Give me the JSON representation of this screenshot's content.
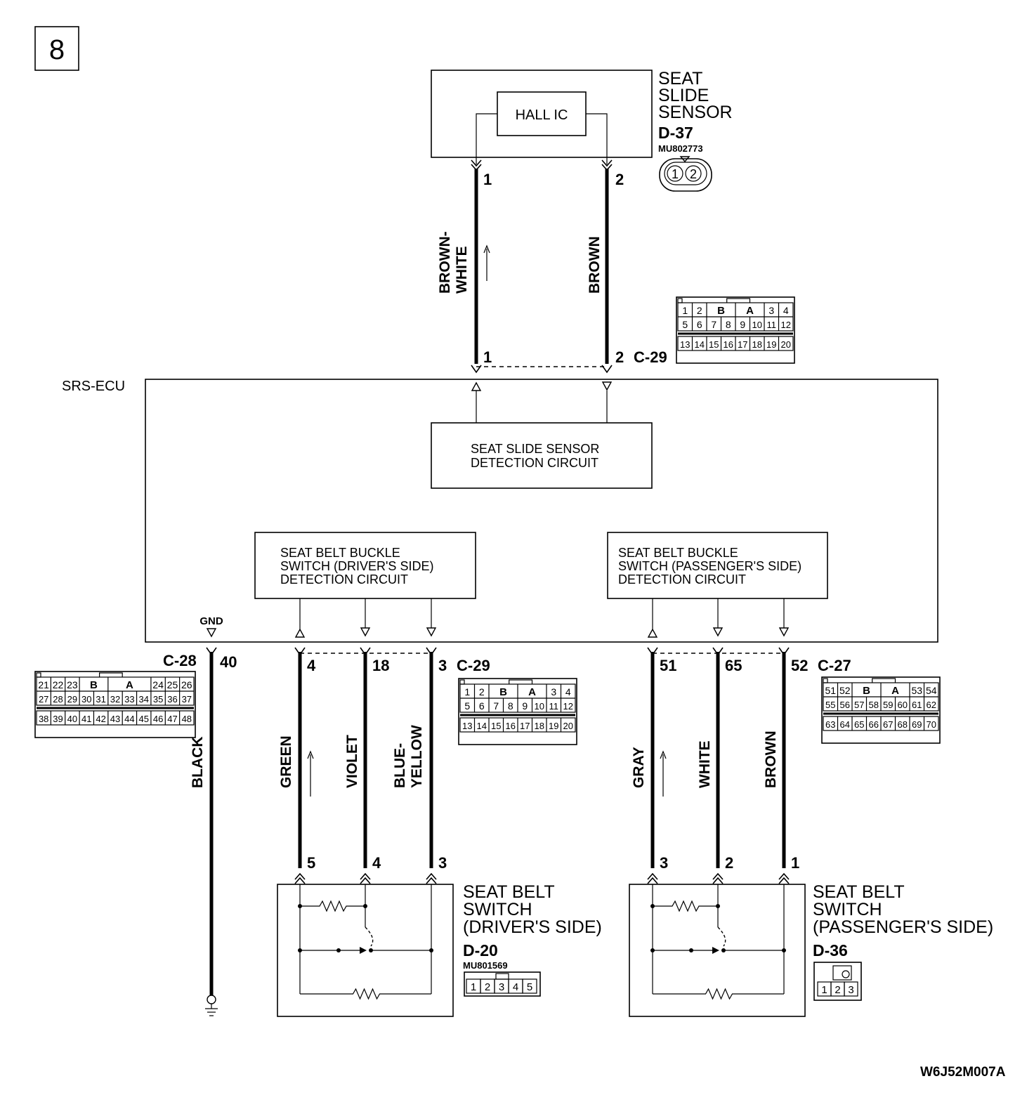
{
  "page_number": "8",
  "figure_code": "W6J52M007A",
  "seat_slide_sensor": {
    "title_lines": [
      "SEAT",
      "SLIDE",
      "SENSOR"
    ],
    "ic_label": "HALL IC",
    "connector": "D-37",
    "part_no": "MU802773",
    "pins": [
      "1",
      "2"
    ]
  },
  "srs_ecu": {
    "label": "SRS-ECU",
    "gnd_label": "GND",
    "seat_slide_circuit_lines": [
      "SEAT SLIDE SENSOR",
      "DETECTION CIRCUIT"
    ],
    "driver_circuit_lines": [
      "SEAT BELT  BUCKLE",
      "SWITCH (DRIVER'S SIDE)",
      "DETECTION CIRCUIT"
    ],
    "passenger_circuit_lines": [
      "SEAT BELT BUCKLE",
      "SWITCH (PASSENGER'S SIDE)",
      "DETECTION CIRCUIT"
    ]
  },
  "top_wires": [
    {
      "color_lines": [
        "BROWN-",
        "WHITE"
      ],
      "sensor_pin": "1",
      "ecu_pin": "1"
    },
    {
      "color_lines": [
        "BROWN"
      ],
      "sensor_pin": "2",
      "ecu_pin": "2"
    }
  ],
  "top_connector": "C-29",
  "ground_wire": {
    "connector": "C-28",
    "pin": "40",
    "color": "BLACK"
  },
  "driver_wires": [
    {
      "color_lines": [
        "GREEN"
      ],
      "ecu_pin": "4",
      "switch_pin": "5"
    },
    {
      "color_lines": [
        "VIOLET"
      ],
      "ecu_pin": "18",
      "switch_pin": "4"
    },
    {
      "color_lines": [
        "BLUE-",
        "YELLOW"
      ],
      "ecu_pin": "3",
      "switch_pin": "3"
    }
  ],
  "driver_connector": "C-29",
  "passenger_wires": [
    {
      "color_lines": [
        "GRAY"
      ],
      "ecu_pin": "51",
      "switch_pin": "3"
    },
    {
      "color_lines": [
        "WHITE"
      ],
      "ecu_pin": "65",
      "switch_pin": "2"
    },
    {
      "color_lines": [
        "BROWN"
      ],
      "ecu_pin": "52",
      "switch_pin": "1"
    }
  ],
  "passenger_connector": "C-27",
  "driver_switch": {
    "title_lines": [
      "SEAT BELT",
      "SWITCH",
      "(DRIVER'S SIDE)"
    ],
    "connector": "D-20",
    "part_no": "MU801569",
    "pins": [
      "1",
      "2",
      "3",
      "4",
      "5"
    ]
  },
  "passenger_switch": {
    "title_lines": [
      "SEAT BELT",
      "SWITCH",
      "(PASSENGER'S SIDE)"
    ],
    "connector": "D-36",
    "pins": [
      "1",
      "2",
      "3"
    ]
  },
  "connector_c29": {
    "row1_left": [
      "1",
      "2"
    ],
    "row1_right": [
      "3",
      "4"
    ],
    "row2": [
      "5",
      "6",
      "7",
      "8",
      "9",
      "10",
      "11",
      "12"
    ],
    "row3": [
      "13",
      "14",
      "15",
      "16",
      "17",
      "18",
      "19",
      "20"
    ],
    "key_b": "B",
    "key_a": "A"
  },
  "connector_c28": {
    "row1_left": [
      "21",
      "22",
      "23"
    ],
    "row1_right": [
      "24",
      "25",
      "26"
    ],
    "row2": [
      "27",
      "28",
      "29",
      "30",
      "31",
      "32",
      "33",
      "34",
      "35",
      "36",
      "37"
    ],
    "row3": [
      "38",
      "39",
      "40",
      "41",
      "42",
      "43",
      "44",
      "45",
      "46",
      "47",
      "48"
    ],
    "key_b": "B",
    "key_a": "A"
  },
  "connector_c27": {
    "row1_left": [
      "51",
      "52"
    ],
    "row1_right": [
      "53",
      "54"
    ],
    "row2": [
      "55",
      "56",
      "57",
      "58",
      "59",
      "60",
      "61",
      "62"
    ],
    "row3": [
      "63",
      "64",
      "65",
      "66",
      "67",
      "68",
      "69",
      "70"
    ],
    "key_b": "B",
    "key_a": "A"
  }
}
